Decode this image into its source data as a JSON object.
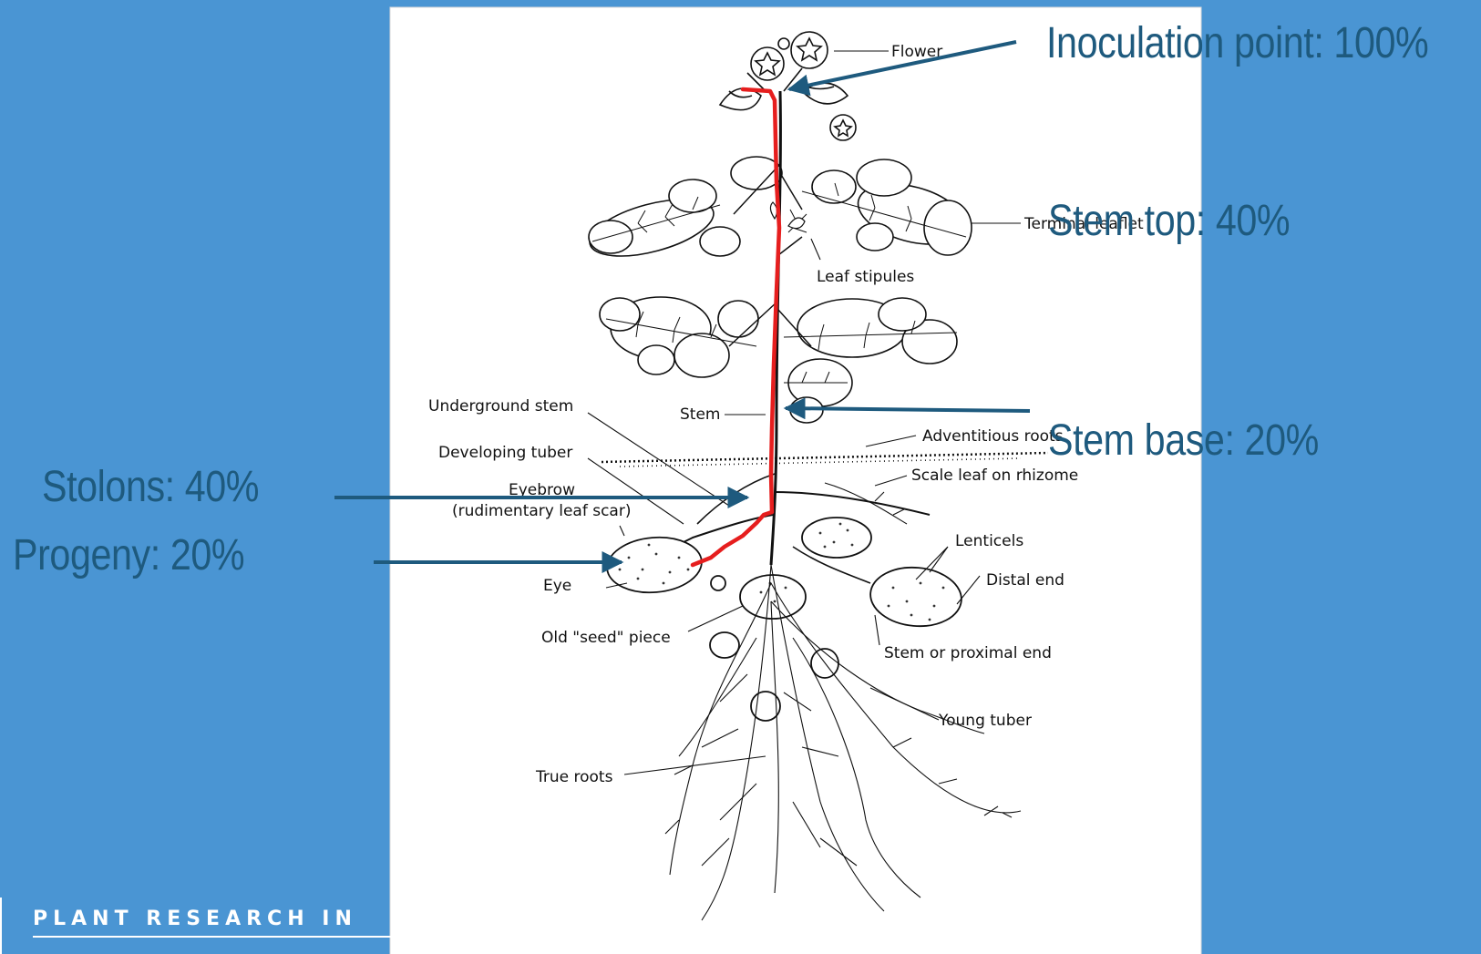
{
  "slide": {
    "background": "#4a95d3",
    "label_color": "#1e5a7e",
    "infection_path_color": "#e61e1e",
    "labels": {
      "inoculation": "Inoculation point: 100%",
      "stem_top": "Stem top: 40%",
      "stem_base": "Stem base: 20%",
      "stolons": "Stolons: 40%",
      "progeny": "Progeny: 20%"
    },
    "footer": {
      "brand": "PLANT RESEARCH IN"
    }
  },
  "diagram": {
    "labels": {
      "flower": "Flower",
      "terminal_leaflet": "Terminal leaflet",
      "leaf_stipules": "Leaf stipules",
      "underground_stem": "Underground stem",
      "stem": "Stem",
      "adventitious_roots": "Adventitious roots",
      "developing_tuber": "Developing tuber",
      "scale_leaf": "Scale leaf on rhizome",
      "eyebrow": "Eyebrow",
      "eyebrow_note": "(rudimentary leaf scar)",
      "lenticels": "Lenticels",
      "distal_end": "Distal end",
      "eye": "Eye",
      "old_seed_piece": "Old \"seed\" piece",
      "stem_proximal": "Stem or proximal end",
      "young_tuber": "Young tuber",
      "true_roots": "True roots"
    }
  }
}
